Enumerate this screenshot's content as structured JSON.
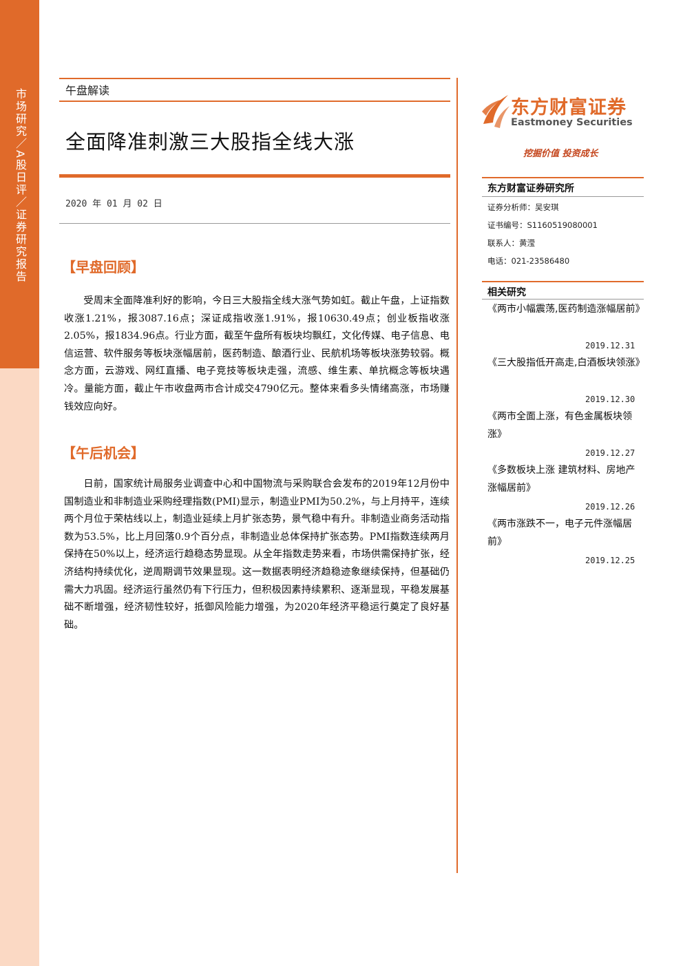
{
  "sidebar": {
    "vertical_text": "市场研究／A股日评／证券研究报告"
  },
  "header": {
    "section_tag": "午盘解读",
    "title": "全面降准刺激三大股指全线大涨",
    "date": "2020 年 01 月 02 日"
  },
  "brand": {
    "name_cn": "东方财富证券",
    "name_en": "Eastmoney Securities",
    "slogan": "挖掘价值 投资成长",
    "logo_icon": "flame-swoosh-icon",
    "accent_color": "#e06a2a"
  },
  "institute": {
    "title": "东方财富证券研究所",
    "analyst": "证券分析师：吴安琪",
    "cert": "证书编号：S1160519080001",
    "contact": "联系人：黄滢",
    "phone": "电话：021-23586480"
  },
  "related": {
    "title": "相关研究",
    "items": [
      {
        "title": "《两市小幅震荡,医药制造涨幅居前》",
        "date": "2019.12.31"
      },
      {
        "title": "《三大股指低开高走,白酒板块领涨》",
        "date": "2019.12.30"
      },
      {
        "title": "《两市全面上涨，有色金属板块领涨》",
        "date": "2019.12.27"
      },
      {
        "title": "《多数板块上涨 建筑材料、房地产涨幅居前》",
        "date": "2019.12.26"
      },
      {
        "title": "《两市涨跌不一，电子元件涨幅居前》",
        "date": "2019.12.25"
      }
    ]
  },
  "sections": [
    {
      "heading": "【早盘回顾】",
      "body": "受周末全面降准利好的影响，今日三大股指全线大涨气势如虹。截止午盘，上证指数收涨1.21%，报3087.16点；深证成指收涨1.91%，报10630.49点；创业板指收涨2.05%，报1834.96点。行业方面，截至午盘所有板块均飘红，文化传媒、电子信息、电信运营、软件服务等板块涨幅居前，医药制造、酿酒行业、民航机场等板块涨势较弱。概念方面，云游戏、网红直播、电子竞技等板块走强，流感、维生素、单抗概念等板块遇冷。量能方面，截止午市收盘两市合计成交4790亿元。整体来看多头情绪高涨，市场赚钱效应向好。"
    },
    {
      "heading": "【午后机会】",
      "body": "日前，国家统计局服务业调查中心和中国物流与采购联合会发布的2019年12月份中国制造业和非制造业采购经理指数(PMI)显示，制造业PMI为50.2%，与上月持平，连续两个月位于荣枯线以上，制造业延续上月扩张态势，景气稳中有升。非制造业商务活动指数为53.5%，比上月回落0.9个百分点，非制造业总体保持扩张态势。PMI指数连续两月保持在50%以上，经济运行趋稳态势显现。从全年指数走势来看，市场供需保持扩张，经济结构持续优化，逆周期调节效果显现。这一数据表明经济趋稳迹象继续保持，但基础仍需大力巩固。经济运行虽然仍有下行压力，但积极因素持续累积、逐渐显现，平稳发展基础不断增强，经济韧性较好，抵御风险能力增强，为2020年经济平稳运行奠定了良好基础。"
    }
  ]
}
